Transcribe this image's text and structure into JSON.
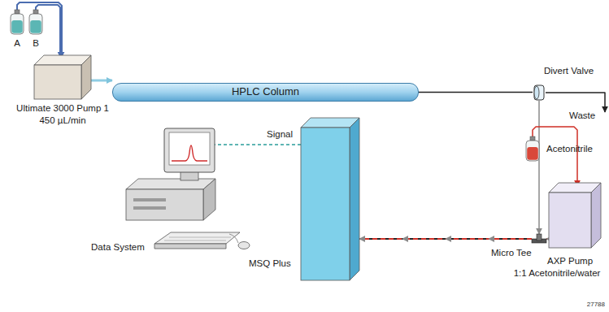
{
  "diagram": {
    "nodes": [
      {
        "text": [
          "A"
        ]
      },
      {
        "text": [
          "B"
        ]
      },
      {
        "text": [
          "Ultimate 3000 Pump 1",
          "450 µL/min"
        ]
      },
      {
        "text": [
          "HPLC Column"
        ]
      },
      {
        "text": [
          "Divert Valve"
        ]
      },
      {
        "text": [
          "Waste"
        ]
      },
      {
        "text": [
          "Acetonitrile"
        ]
      },
      {
        "text": [
          "AXP Pump",
          "1:1 Acetonitrile/water"
        ]
      },
      {
        "text": [
          "Micro Tee"
        ]
      },
      {
        "text": [
          "MSQ Plus"
        ]
      },
      {
        "text": [
          "Data System"
        ]
      }
    ],
    "edges": [
      {
        "from": 0,
        "to": 2,
        "arrow": "to"
      },
      {
        "from": 1,
        "to": 2,
        "arrow": "to"
      },
      {
        "from": 2,
        "to": 3,
        "arrow": "to"
      },
      {
        "from": 3,
        "to": 4,
        "arrow": "none"
      },
      {
        "from": 4,
        "to": 5,
        "arrow": "to"
      },
      {
        "from": 4,
        "to": 8,
        "arrow": "to"
      },
      {
        "from": 6,
        "to": 7,
        "arrow": "to"
      },
      {
        "from": 7,
        "to": 8,
        "arrow": "to"
      },
      {
        "from": 8,
        "to": 9,
        "arrow": "to"
      },
      {
        "from": 9,
        "to": 10,
        "label": "Signal",
        "arrow": "none"
      }
    ],
    "labels": [
      "27788"
    ]
  }
}
